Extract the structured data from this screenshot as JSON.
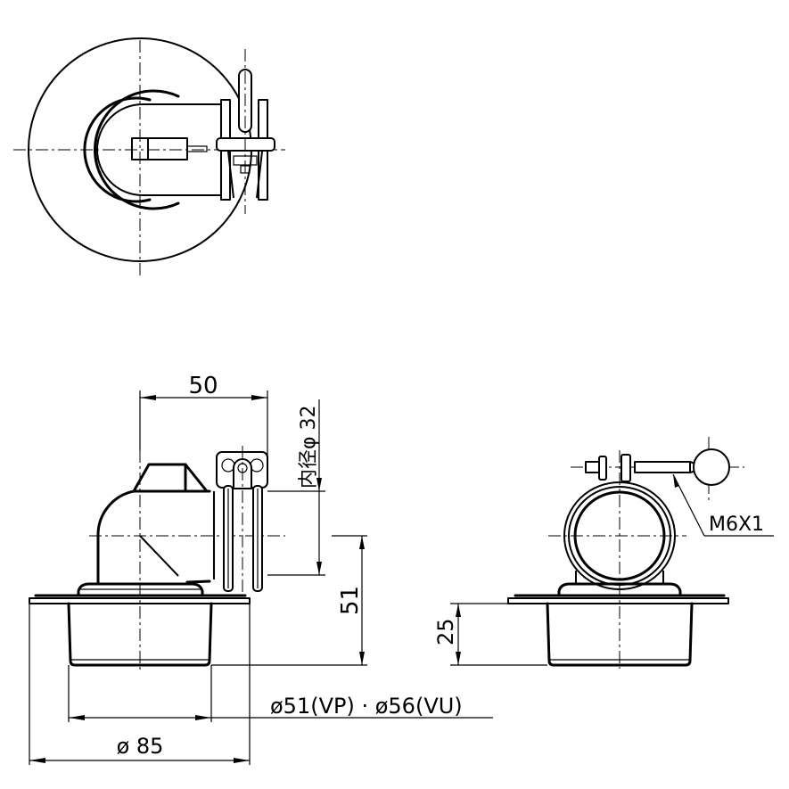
{
  "drawing": {
    "type": "technical-drawing",
    "subject": "floor drain trap with hose clamp",
    "views": [
      {
        "name": "top-view",
        "description": "plan view of drain with elbow outlet and hose clamp"
      },
      {
        "name": "front-view",
        "description": "side elevation with dimensions"
      },
      {
        "name": "side-view",
        "description": "end elevation showing clamp screw"
      }
    ],
    "line_color": "#000000",
    "background": "#ffffff"
  },
  "dimensions": {
    "offset_width": "50",
    "inner_diameter": "内径φ 32",
    "total_height": "51",
    "body_height": "25",
    "pipe_diameter": "ø51(VP) · ø56(VU)",
    "flange_diameter": "ø 85",
    "screw_thread": "M6X1"
  }
}
